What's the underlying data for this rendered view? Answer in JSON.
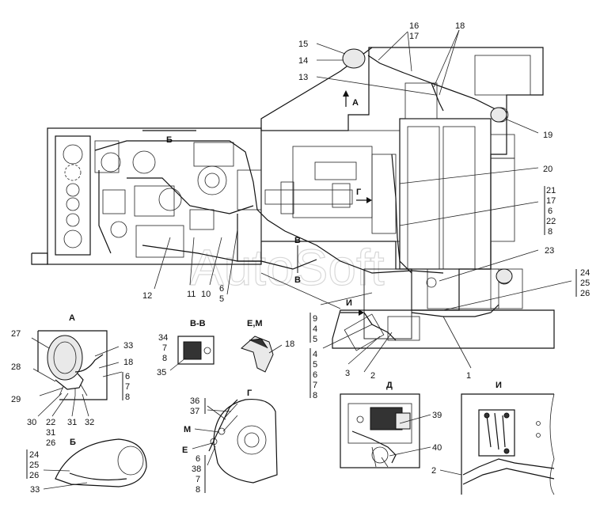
{
  "watermark": "AutoSoft",
  "callouts": {
    "c1": "1",
    "c2": "2",
    "c3": "3",
    "c4": "4",
    "c5": "5",
    "c6": "6",
    "c7": "7",
    "c8": "8",
    "c9": "9",
    "c10": "10",
    "c11": "11",
    "c12": "12",
    "c13": "13",
    "c14": "14",
    "c15": "15",
    "c16": "16",
    "c17": "17",
    "c18": "18",
    "c19": "19",
    "c20": "20",
    "c21": "21",
    "c22": "22",
    "c23": "23",
    "c24": "24",
    "c25": "25",
    "c26": "26",
    "c27": "27",
    "c28": "28",
    "c29": "29",
    "c30": "30",
    "c31": "31",
    "c32": "32",
    "c33": "33",
    "c34": "34",
    "c35": "35",
    "c36": "36",
    "c37": "37",
    "c38": "38",
    "c39": "39",
    "c40": "40"
  },
  "view_marks": {
    "A": "А",
    "B": "Б",
    "V": "В",
    "G": "Г",
    "I": "И",
    "D": "Д",
    "VV": "В-В",
    "EM": "Е,М",
    "E": "Е",
    "M": "М"
  },
  "colors": {
    "line": "#111111",
    "fill": "#e9e9e9",
    "background": "#ffffff"
  }
}
